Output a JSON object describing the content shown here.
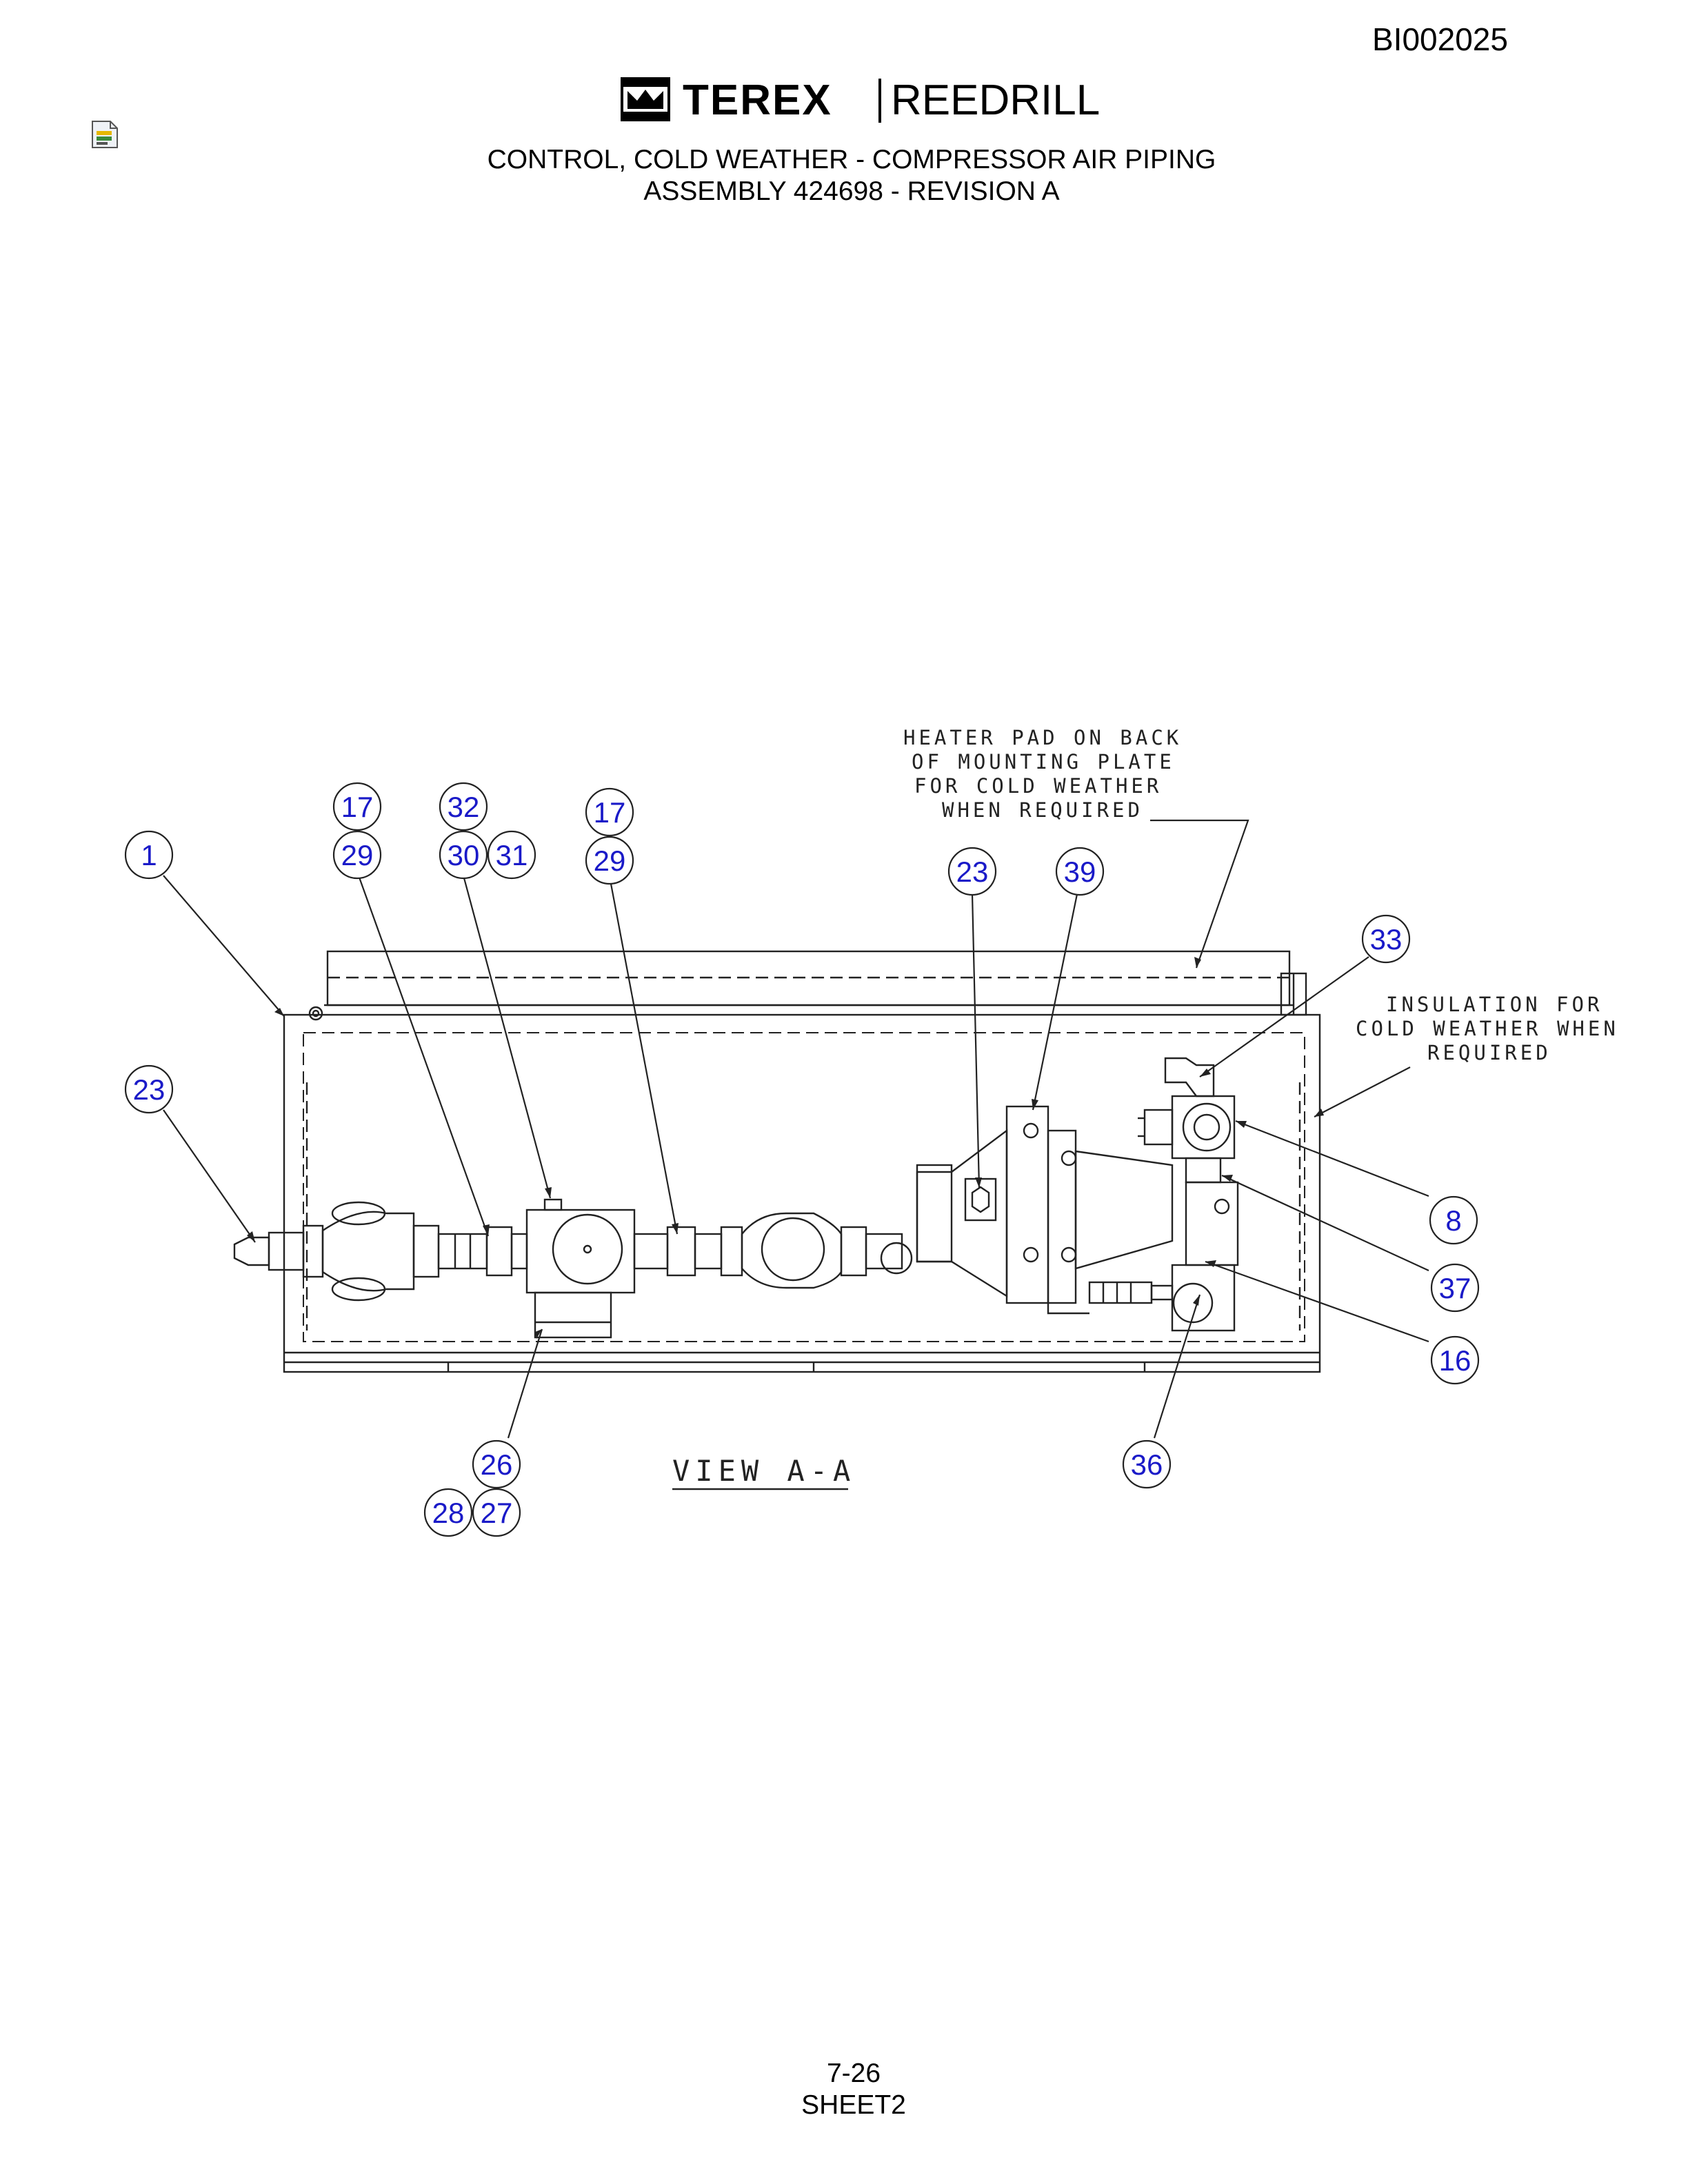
{
  "header": {
    "doc_id": "BI002025",
    "logo_primary": "TEREX",
    "logo_secondary": "REEDRILL",
    "title_line1": "CONTROL, COLD WEATHER - COMPRESSOR AIR PIPING",
    "title_line2": "ASSEMBLY 424698 - REVISION A"
  },
  "notes": {
    "heater_pad": [
      "HEATER PAD ON BACK",
      "OF MOUNTING PLATE",
      "FOR COLD WEATHER",
      "WHEN REQUIRED"
    ],
    "insulation": [
      "INSULATION FOR",
      "COLD WEATHER WHEN",
      "REQUIRED"
    ],
    "view_label": "VIEW A-A"
  },
  "balloons": {
    "b1": "1",
    "b17a": "17",
    "b29a": "29",
    "b32": "32",
    "b30": "30",
    "b31": "31",
    "b17b": "17",
    "b29b": "29",
    "b23a": "23",
    "b39": "39",
    "b33": "33",
    "b23b": "23",
    "b8": "8",
    "b37": "37",
    "b16": "16",
    "b26": "26",
    "b28": "28",
    "b27": "27",
    "b36": "36"
  },
  "footer": {
    "page_number": "7-26",
    "sheet": "SHEET2"
  },
  "colors": {
    "balloon_text": "#1a1ac8",
    "line": "#222222"
  }
}
